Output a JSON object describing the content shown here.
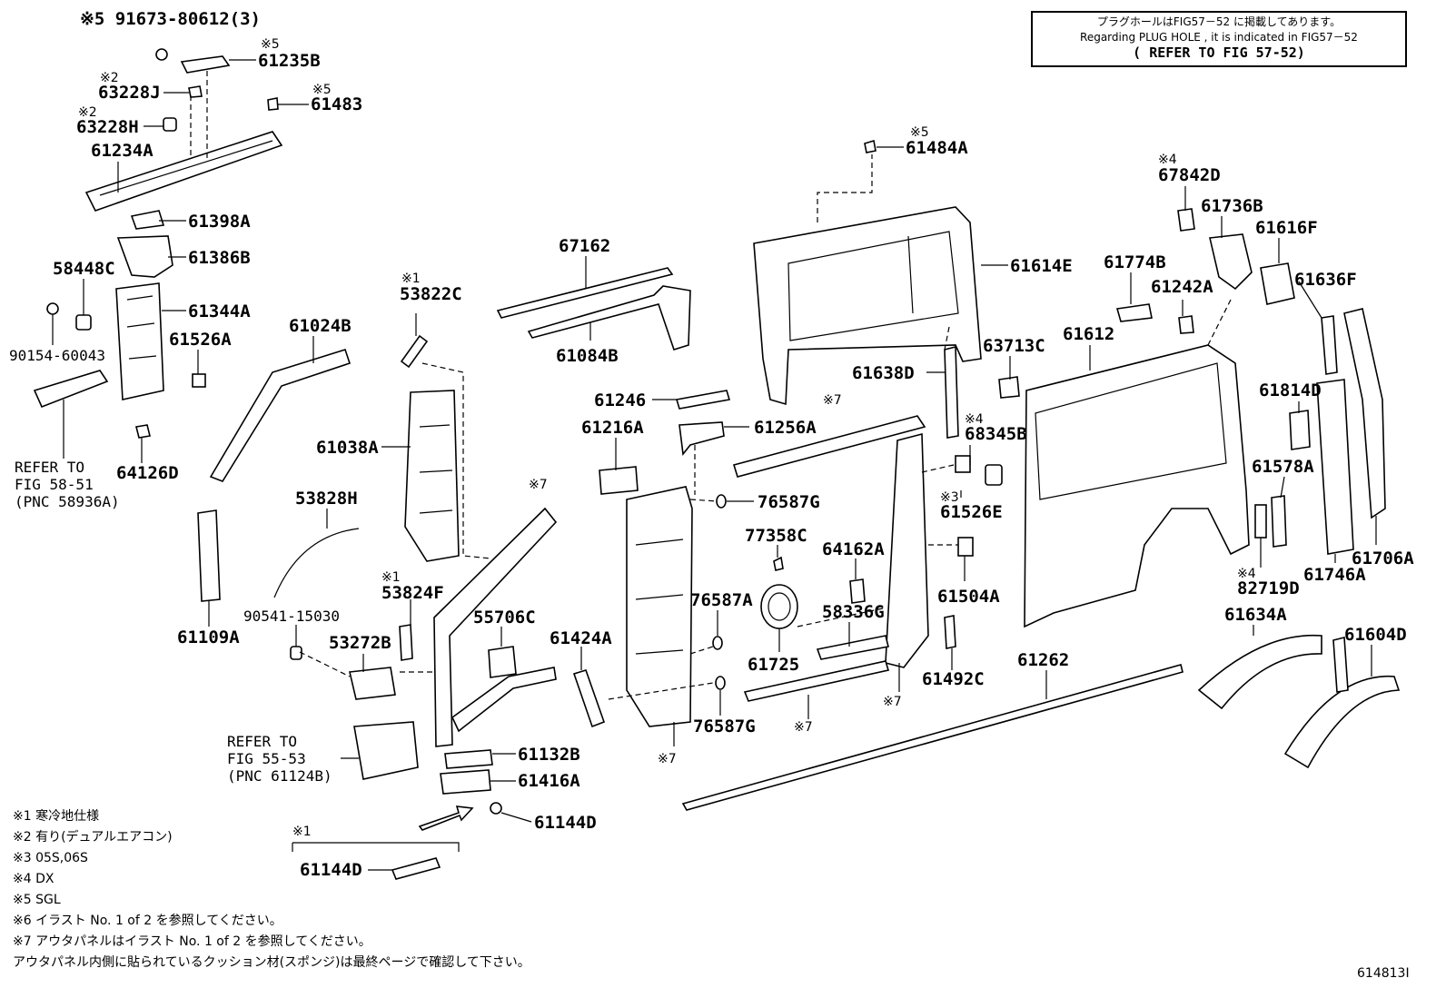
{
  "note": {
    "line1": "プラグホールはFIG57－52 に掲載してあります。",
    "line2": "Regarding PLUG HOLE , it is indicated in FIG57－52",
    "line3": "( REFER TO FIG 57-52)"
  },
  "legend": [
    "※1 寒冷地仕様",
    "※2 有り(デュアルエアコン)",
    "※3 05S,06S",
    "※4 DX",
    "※5 SGL",
    "※6 イラスト No. 1 of 2 を参照してください。",
    "※7 アウタパネルはイラスト No. 1 of 2 を参照してください。",
    "アウタパネル内側に貼られているクッション材(スポンジ)は最終ページで確認して下さい。"
  ],
  "figure_id": "614813I",
  "refs": {
    "r1": [
      "REFER TO",
      "FIG 58-51",
      "(PNC 58936A)"
    ],
    "r2": [
      "REFER TO",
      "FIG 55-53",
      "(PNC 61124B)"
    ]
  },
  "marks": {
    "m1": "※1",
    "m2": "※2",
    "m3": "※3",
    "m4": "※4",
    "m5": "※5",
    "m7": "※7"
  },
  "parts": [
    {
      "id": "91673",
      "label": "※5 91673-80612(3)"
    },
    {
      "id": "61235B",
      "label": "61235B"
    },
    {
      "id": "63228J",
      "label": "63228J"
    },
    {
      "id": "61483",
      "label": "61483"
    },
    {
      "id": "63228H",
      "label": "63228H"
    },
    {
      "id": "61234A",
      "label": "61234A"
    },
    {
      "id": "61398A",
      "label": "61398A"
    },
    {
      "id": "61386B",
      "label": "61386B"
    },
    {
      "id": "58448C",
      "label": "58448C"
    },
    {
      "id": "61344A",
      "label": "61344A"
    },
    {
      "id": "90154",
      "label": "90154-60043"
    },
    {
      "id": "61526A",
      "label": "61526A"
    },
    {
      "id": "64126D",
      "label": "64126D"
    },
    {
      "id": "61024B",
      "label": "61024B"
    },
    {
      "id": "53822C",
      "label": "53822C"
    },
    {
      "id": "67162",
      "label": "67162"
    },
    {
      "id": "61084B",
      "label": "61084B"
    },
    {
      "id": "61484A",
      "label": "61484A"
    },
    {
      "id": "61614E",
      "label": "61614E"
    },
    {
      "id": "67842D",
      "label": "67842D"
    },
    {
      "id": "61736B",
      "label": "61736B"
    },
    {
      "id": "61616F",
      "label": "61616F"
    },
    {
      "id": "61774B",
      "label": "61774B"
    },
    {
      "id": "61242A",
      "label": "61242A"
    },
    {
      "id": "61636F",
      "label": "61636F"
    },
    {
      "id": "63713C",
      "label": "63713C"
    },
    {
      "id": "61612",
      "label": "61612"
    },
    {
      "id": "61638D",
      "label": "61638D"
    },
    {
      "id": "61038A",
      "label": "61038A"
    },
    {
      "id": "61246",
      "label": "61246"
    },
    {
      "id": "61216A",
      "label": "61216A"
    },
    {
      "id": "61256A",
      "label": "61256A"
    },
    {
      "id": "68345B",
      "label": "68345B"
    },
    {
      "id": "61814D",
      "label": "61814D"
    },
    {
      "id": "53828H",
      "label": "53828H"
    },
    {
      "id": "76587G1",
      "label": "76587G"
    },
    {
      "id": "61526E",
      "label": "61526E"
    },
    {
      "id": "61578A",
      "label": "61578A"
    },
    {
      "id": "77358C",
      "label": "77358C"
    },
    {
      "id": "64162A",
      "label": "64162A"
    },
    {
      "id": "61504A",
      "label": "61504A"
    },
    {
      "id": "61706A",
      "label": "61706A"
    },
    {
      "id": "61109A",
      "label": "61109A"
    },
    {
      "id": "53824F",
      "label": "53824F"
    },
    {
      "id": "90541",
      "label": "90541-15030"
    },
    {
      "id": "55706C",
      "label": "55706C"
    },
    {
      "id": "76587A",
      "label": "76587A"
    },
    {
      "id": "58336G",
      "label": "58336G"
    },
    {
      "id": "82719D",
      "label": "82719D"
    },
    {
      "id": "61746A",
      "label": "61746A"
    },
    {
      "id": "61634A",
      "label": "61634A"
    },
    {
      "id": "53272B",
      "label": "53272B"
    },
    {
      "id": "61424A",
      "label": "61424A"
    },
    {
      "id": "61725",
      "label": "61725"
    },
    {
      "id": "61262",
      "label": "61262"
    },
    {
      "id": "61604D",
      "label": "61604D"
    },
    {
      "id": "61492C",
      "label": "61492C"
    },
    {
      "id": "76587G2",
      "label": "76587G"
    },
    {
      "id": "61132B",
      "label": "61132B"
    },
    {
      "id": "61416A",
      "label": "61416A"
    },
    {
      "id": "61144D1",
      "label": "61144D"
    },
    {
      "id": "61144D2",
      "label": "61144D"
    }
  ]
}
